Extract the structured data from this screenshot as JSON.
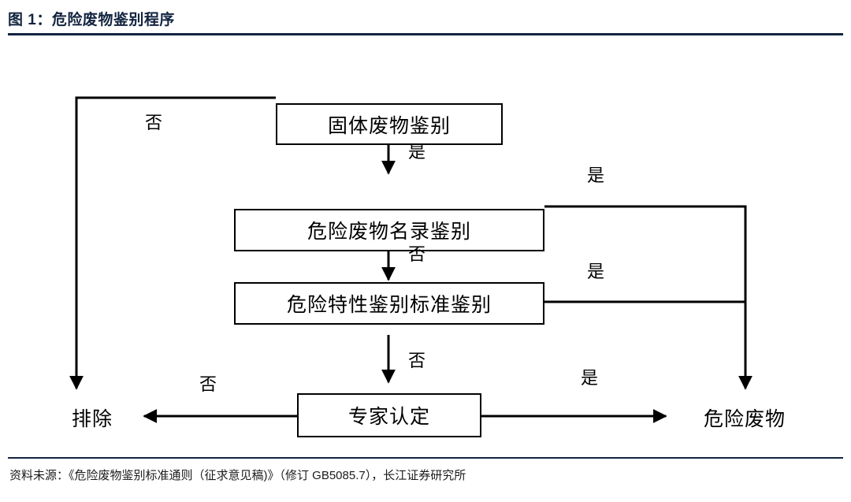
{
  "figure": {
    "title": "图 1：危险废物鉴别程序",
    "source": "资料未源：《危险废物鉴别标准通则（征求意见稿)》（修订 GB5085.7），长江证券研究所"
  },
  "chart_data": {
    "type": "diagram",
    "title": "危险废物鉴别程序",
    "nodes": [
      {
        "id": "n1",
        "label": "固体废物鉴别",
        "shape": "rect"
      },
      {
        "id": "n2",
        "label": "危险废物名录鉴别",
        "shape": "rect"
      },
      {
        "id": "n3",
        "label": "危险特性鉴别标准鉴别",
        "shape": "rect"
      },
      {
        "id": "n4",
        "label": "专家认定",
        "shape": "rect"
      },
      {
        "id": "t1",
        "label": "排除",
        "shape": "terminal"
      },
      {
        "id": "t2",
        "label": "危险废物",
        "shape": "terminal"
      }
    ],
    "edges": [
      {
        "from": "n1",
        "to": "t1",
        "label": "否"
      },
      {
        "from": "n1",
        "to": "n2",
        "label": "是"
      },
      {
        "from": "n2",
        "to": "t2",
        "label": "是"
      },
      {
        "from": "n2",
        "to": "n3",
        "label": "否"
      },
      {
        "from": "n3",
        "to": "t2",
        "label": "是"
      },
      {
        "from": "n3",
        "to": "n4",
        "label": "否"
      },
      {
        "from": "n4",
        "to": "t1",
        "label": "否"
      },
      {
        "from": "n4",
        "to": "t2",
        "label": "是"
      }
    ],
    "labels": {
      "no_top_left": "否",
      "yes_n1_n2": "是",
      "yes_n2_right": "是",
      "no_n2_n3": "否",
      "yes_n3_right": "是",
      "no_n3_n4": "否",
      "no_n4_left": "否",
      "yes_n4_right": "是"
    }
  }
}
